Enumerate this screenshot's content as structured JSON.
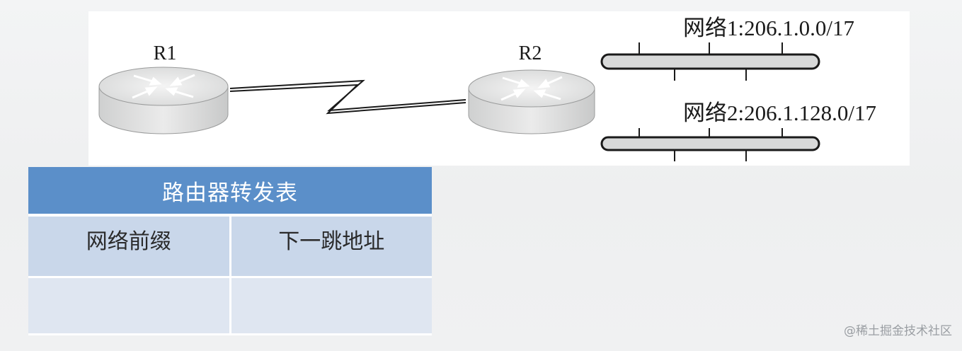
{
  "diagram": {
    "routers": [
      {
        "label": "R1"
      },
      {
        "label": "R2"
      }
    ],
    "networks": [
      {
        "label": "网络1:206.1.0.0/17"
      },
      {
        "label": "网络2:206.1.128.0/17"
      }
    ]
  },
  "forwarding_table": {
    "caption": "路由器转发表",
    "columns": [
      "网络前缀",
      "下一跳地址"
    ],
    "rows": [
      [
        "",
        ""
      ]
    ]
  },
  "watermark": "@稀土掘金技术社区",
  "colors": {
    "table_header": "#5b8fc9",
    "column_header": "#c9d7ea",
    "table_body": "#dfe6f1",
    "router_body": "#e2e3e3"
  }
}
